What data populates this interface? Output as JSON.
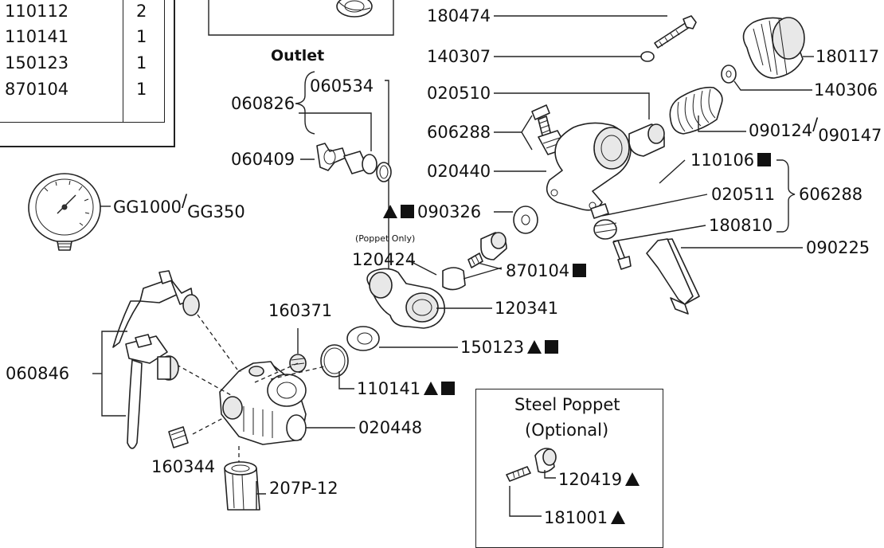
{
  "parts_table": {
    "rows": [
      {
        "part": "110112",
        "qty": "2"
      },
      {
        "part": "110141",
        "qty": "1"
      },
      {
        "part": "150123",
        "qty": "1"
      },
      {
        "part": "870104",
        "qty": "1"
      }
    ]
  },
  "outlet": {
    "heading": "Outlet",
    "group": "060826",
    "parts": [
      "060534",
      "060409"
    ]
  },
  "gauge": {
    "part": "GG1000",
    "alt": "GG350"
  },
  "callouts": {
    "p180474": "180474",
    "p140307": "140307",
    "p180117": "180117",
    "p140306": "140306",
    "p020510": "020510",
    "p606288_left": "606288",
    "p090124": "090124",
    "p090147": "090147",
    "p020440": "020440",
    "p110106": "110106",
    "p020511": "020511",
    "p606288_right": "606288",
    "p180810": "180810",
    "p090225": "090225",
    "p090326": "090326",
    "poppet_note": "(Poppet Only)",
    "p120424": "120424",
    "p870104": "870104",
    "p120341": "120341",
    "p160371": "160371",
    "p150123": "150123",
    "p110141": "110141",
    "p060846": "060846",
    "p020448": "020448",
    "p160344": "160344",
    "p207P12": "207P-12"
  },
  "steel_poppet": {
    "title_line1": "Steel Poppet",
    "title_line2": "(Optional)",
    "p120419": "120419",
    "p181001": "181001"
  },
  "symbols": {
    "triangle": "triangle-marker",
    "square": "square-marker"
  }
}
